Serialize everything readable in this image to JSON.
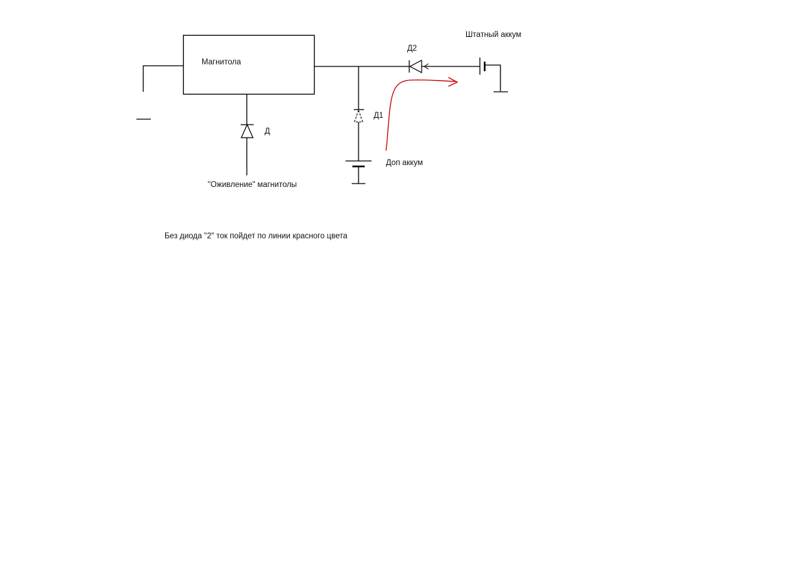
{
  "labels": {
    "radio": "Магнитола",
    "diode_main": "Д",
    "diode_1": "Д1",
    "diode_2": "Д2",
    "battery_main": "Штатный аккум",
    "battery_extra": "Доп аккум",
    "revival": "\"Оживление\" магнитолы",
    "note": "Без диода \"2\" ток пойдет по линии красного цвета"
  },
  "colors": {
    "wire": "#000000",
    "current_path": "#cc0000",
    "text": "#111111",
    "background": "#ffffff"
  }
}
